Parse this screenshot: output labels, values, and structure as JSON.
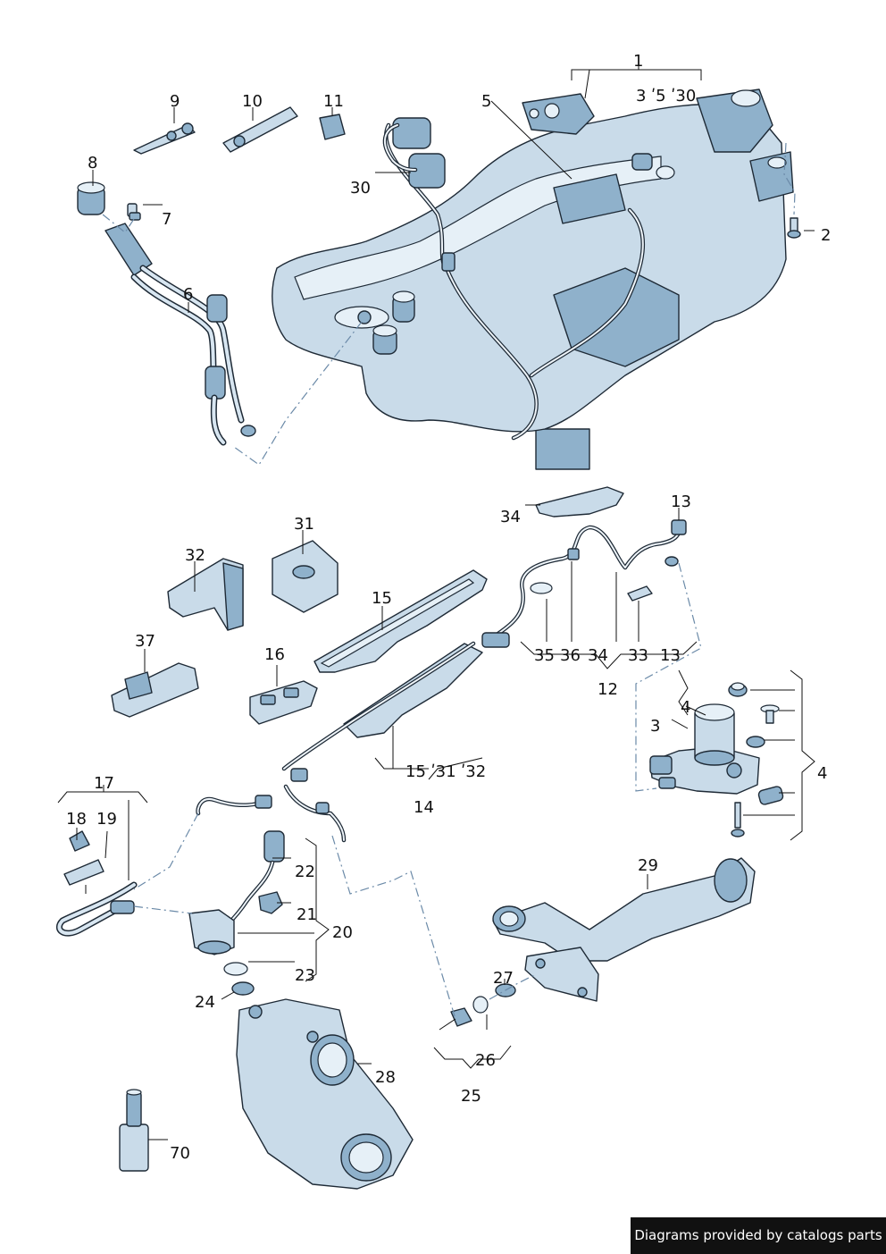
{
  "footer": {
    "text": "Diagrams provided by catalogs parts"
  },
  "callouts": {
    "c1": "1",
    "c1_sub": "3 ʹ5 ʹ30",
    "c2": "2",
    "c3": "3",
    "c4a": "4",
    "c4b": "4",
    "c5": "5",
    "c6": "6",
    "c7": "7",
    "c8": "8",
    "c9": "9",
    "c10": "10",
    "c11": "11",
    "c12": "12",
    "c13a": "13",
    "c13b": "13",
    "c14": "14",
    "c15": "15",
    "c15_group": "15 ʹ31 ʹ32",
    "c16": "16",
    "c17": "17",
    "c18": "18",
    "c19": "19",
    "c20": "20",
    "c21": "21",
    "c22": "22",
    "c23": "23",
    "c24": "24",
    "c25": "25",
    "c26": "26",
    "c27": "27",
    "c28": "28",
    "c29": "29",
    "c30": "30",
    "c31": "31",
    "c32": "32",
    "c33": "33",
    "c34a": "34",
    "c34b": "34",
    "c35": "35",
    "c36": "36",
    "c37": "37",
    "c70": "70"
  }
}
